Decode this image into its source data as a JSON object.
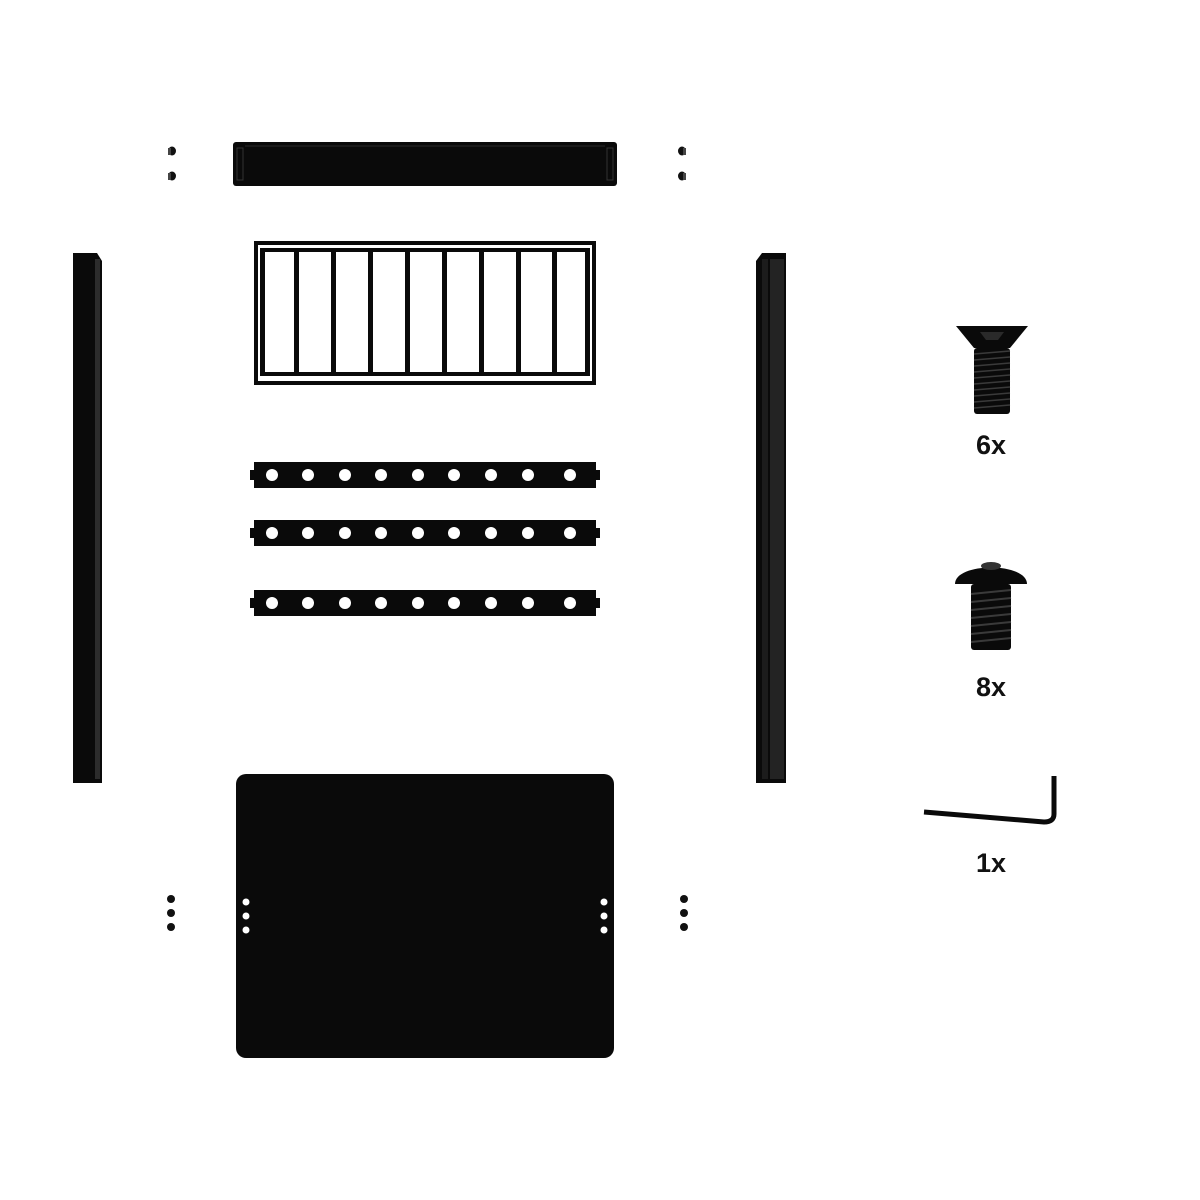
{
  "hardware": [
    {
      "name": "countersunk-screw",
      "quantity_label": "6x"
    },
    {
      "name": "button-head-bolt",
      "quantity_label": "8x"
    },
    {
      "name": "hex-key",
      "quantity_label": "1x"
    }
  ],
  "colors": {
    "part": "#0a0a0a",
    "background": "#ffffff",
    "label": "#111111"
  }
}
